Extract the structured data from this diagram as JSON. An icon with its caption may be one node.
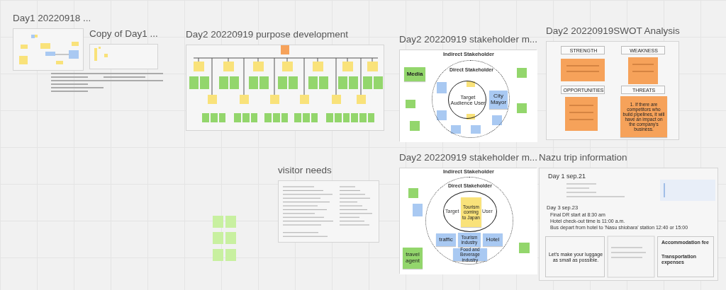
{
  "diagram": {
    "nodes": [
      {
        "text": [
          "Day1 20220918 ..."
        ]
      },
      {
        "text": [
          "Copy of Day1 ..."
        ]
      },
      {
        "text": [
          "Day2 20220919 purpose development"
        ]
      },
      {
        "text": [
          "Day2 20220919 stakeholder m...",
          "Indirect Stakeholder"
        ]
      },
      {
        "text": [
          "Direct Stakeholder"
        ],
        "in": 3
      },
      {
        "text": [
          "Target Audience User"
        ],
        "in": 4
      },
      {
        "text": [
          "Media"
        ],
        "in": 3
      },
      {
        "text": [
          "City Mayor"
        ],
        "in": 4
      },
      {
        "text": [
          "Day2 20220919SWOT Analysis"
        ]
      },
      {
        "text": [
          "STRENGTH"
        ],
        "in": 8
      },
      {
        "text": [
          "WEAKNESS"
        ],
        "in": 8
      },
      {
        "text": [
          "OPPORTUNITIES"
        ],
        "in": 8
      },
      {
        "text": [
          "THREATS"
        ],
        "in": 8
      },
      {
        "text": [
          "1. If there are competitors who build pipelines, it will have an impact on the company's business."
        ],
        "in": 8
      },
      {
        "text": [
          "visitor needs"
        ]
      },
      {
        "text": [
          "Day2 20220919 stakeholder m...",
          "Indirect Stakeholder"
        ]
      },
      {
        "text": [
          "Direct Stakeholder"
        ],
        "in": 15
      },
      {
        "text": [
          "Target",
          "User"
        ],
        "in": 16
      },
      {
        "text": [
          "Tourism coming to Japan"
        ],
        "in": 17
      },
      {
        "text": [
          "traffic"
        ],
        "in": 16
      },
      {
        "text": [
          "Tourism industry"
        ],
        "in": 16
      },
      {
        "text": [
          "Hotel"
        ],
        "in": 16
      },
      {
        "text": [
          "Food and Beverage industry"
        ],
        "in": 16
      },
      {
        "text": [
          "travel agent"
        ],
        "in": 15
      },
      {
        "text": [
          "Nazu trip information",
          "Day 1 sep.21",
          "Day 3 sep.23",
          "Final DR start at 8:30 am",
          "Hotel check-out time is 11:00 a.m.",
          "Bus depart from hotel to 'Nasu shiobara' station 12:40 or 15:00"
        ]
      },
      {
        "text": [
          "Let's make your luggage as small as possible."
        ],
        "in": 24
      },
      {
        "text": [
          "Accommodation fee",
          "Transportation expenses"
        ],
        "in": 24
      }
    ]
  }
}
